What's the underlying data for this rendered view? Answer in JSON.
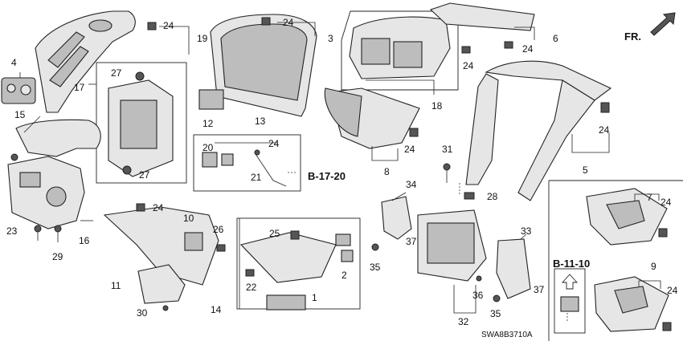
{
  "diagram": {
    "drawing_code": "SWA8B3710A",
    "orientation_label": "FR.",
    "references": [
      "B-17-20",
      "B-11-10"
    ],
    "callouts": [
      "1",
      "2",
      "3",
      "4",
      "5",
      "6",
      "7",
      "8",
      "9",
      "10",
      "11",
      "12",
      "13",
      "14",
      "15",
      "16",
      "17",
      "18",
      "19",
      "20",
      "21",
      "22",
      "23",
      "24",
      "25",
      "26",
      "27",
      "28",
      "29",
      "30",
      "31",
      "32",
      "33",
      "34",
      "35",
      "36",
      "37"
    ]
  }
}
